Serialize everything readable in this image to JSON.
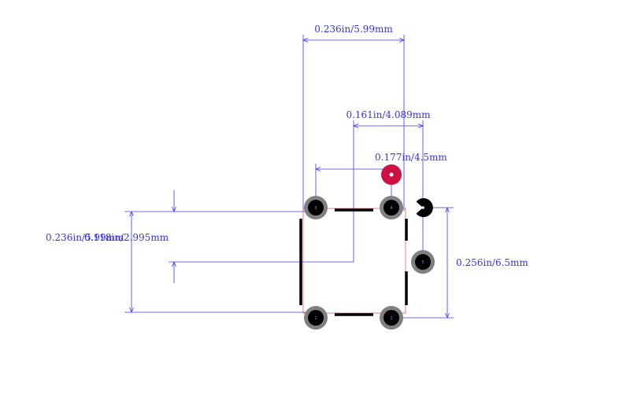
{
  "footprint": {
    "colors": {
      "dimension": "#3a3aee",
      "pad_ring": "#808080",
      "pad_hole": "#000000",
      "silkscreen": "#000000",
      "outline": "#e06060",
      "marker": "#cc1144",
      "pad_label": "#8888ff"
    },
    "pads": [
      {
        "id": "pad-1",
        "label": "1"
      },
      {
        "id": "pad-2",
        "label": "2"
      },
      {
        "id": "pad-3",
        "label": "3"
      },
      {
        "id": "pad-4",
        "label": "4"
      },
      {
        "id": "pad-5",
        "label": "5"
      }
    ],
    "dimensions": {
      "top_width": "0.236in/5.99mm",
      "mid_width": "0.161in/4.089mm",
      "marker_offset": "0.177in/4.5mm",
      "left_height": "0.236in/5.99mm",
      "left_offset": "0.118in/2.995mm",
      "right_height": "0.256in/6.5mm"
    }
  }
}
